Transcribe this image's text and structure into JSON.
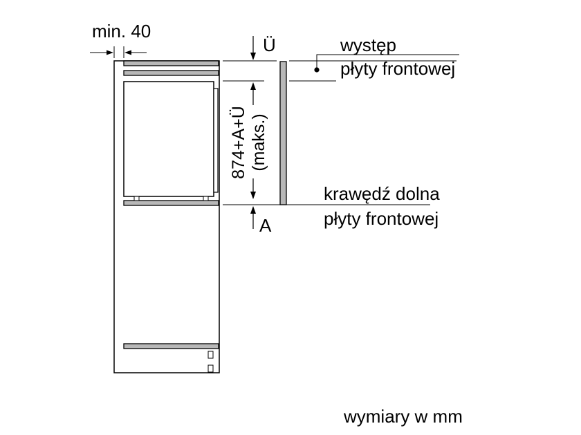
{
  "labels": {
    "min_clearance": "min. 40",
    "overhang_symbol": "Ü",
    "overhang_line1": "występ",
    "overhang_line2": "płyty frontowej",
    "dimension_line1": "874+A+Ü",
    "dimension_line2": "(maks.)",
    "bottom_edge_line1": "krawędź dolna",
    "bottom_edge_line2": "płyty frontowej",
    "a_symbol": "A",
    "units_note": "wymiary w mm"
  },
  "colors": {
    "line": "#000000",
    "shelf_fill": "#b8b8b8",
    "panel_fill": "#b8b8b8",
    "background": "#ffffff"
  }
}
